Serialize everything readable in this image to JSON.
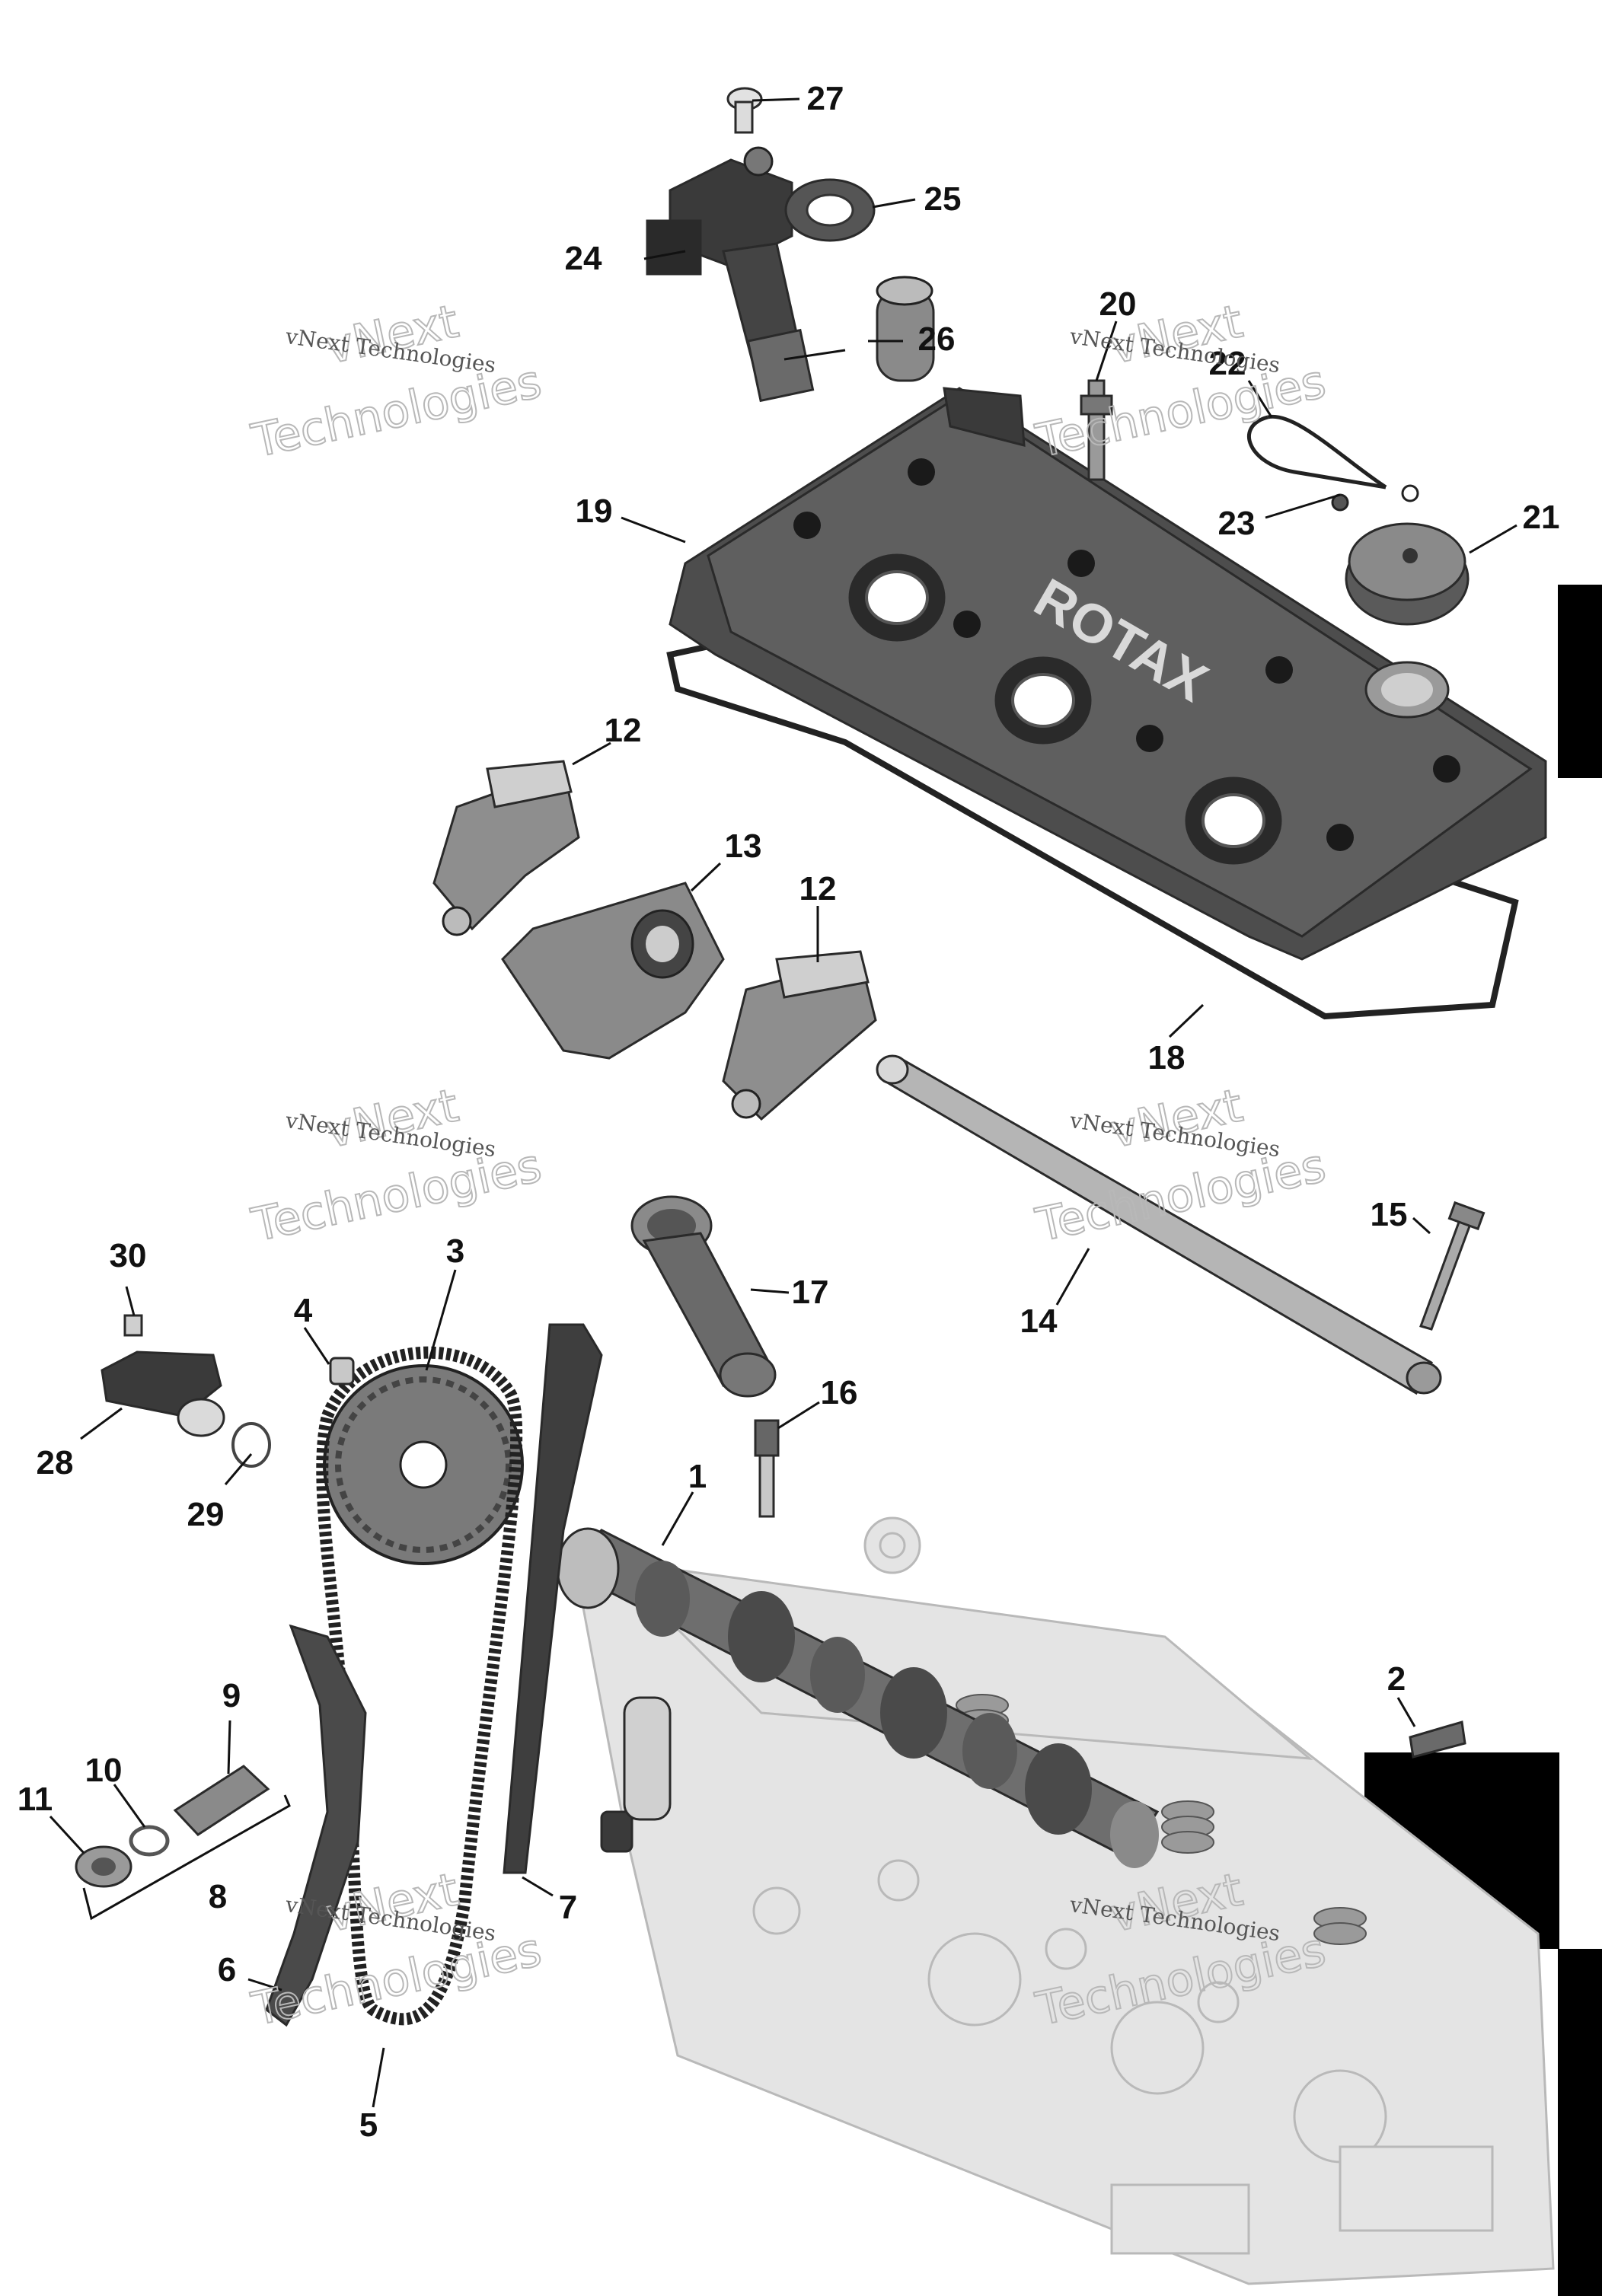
{
  "diagram": {
    "callouts": [
      "1",
      "2",
      "3",
      "4",
      "5",
      "6",
      "7",
      "8",
      "9",
      "10",
      "11",
      "12",
      "12",
      "13",
      "14",
      "15",
      "16",
      "17",
      "18",
      "19",
      "20",
      "21",
      "22",
      "23",
      "24",
      "25",
      "26",
      "27",
      "28",
      "29",
      "30"
    ],
    "cover_logo": "ROTAX",
    "watermark": {
      "big_top": "vNext",
      "big_bottom": "Technologies",
      "small": "vNext Technologies"
    },
    "colors": {
      "part_dark": "#4a4a4a",
      "part_mid": "#8a8a8a",
      "ghost_head": "#e4e4e4",
      "tab_black": "#000000"
    }
  }
}
